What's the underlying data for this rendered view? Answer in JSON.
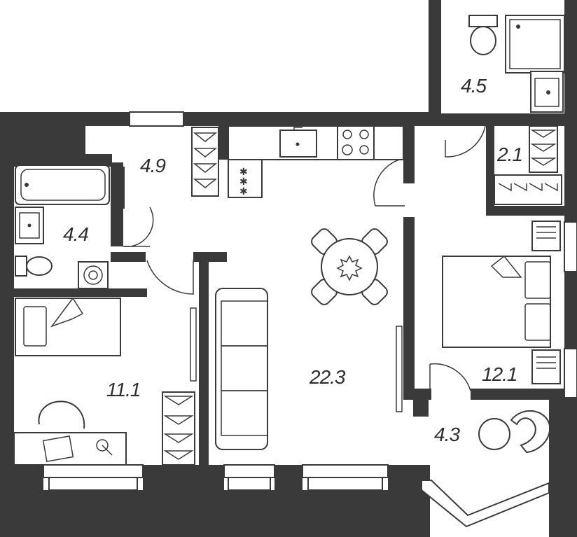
{
  "rooms": [
    {
      "id": "bathroom-top",
      "area": "4.5"
    },
    {
      "id": "hallway",
      "area": "4.9"
    },
    {
      "id": "closet",
      "area": "2.1"
    },
    {
      "id": "bathroom-left",
      "area": "4.4"
    },
    {
      "id": "living-kitchen",
      "area": "22.3"
    },
    {
      "id": "bedroom-left",
      "area": "11.1"
    },
    {
      "id": "bedroom-right",
      "area": "12.1"
    },
    {
      "id": "balcony",
      "area": "4.3"
    }
  ],
  "colors": {
    "wall": "#3a3a3a",
    "background": "#ffffff"
  }
}
